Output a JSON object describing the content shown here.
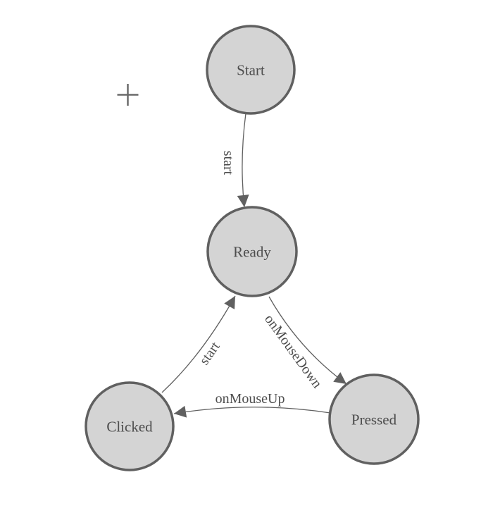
{
  "diagram": {
    "nodes": [
      {
        "id": "start",
        "label": "Start"
      },
      {
        "id": "ready",
        "label": "Ready"
      },
      {
        "id": "clicked",
        "label": "Clicked"
      },
      {
        "id": "pressed",
        "label": "Pressed"
      }
    ],
    "edges": [
      {
        "id": "start-to-ready",
        "from": "Start",
        "to": "Ready",
        "label": "start"
      },
      {
        "id": "ready-to-pressed",
        "from": "Ready",
        "to": "Pressed",
        "label": "onMouseDown"
      },
      {
        "id": "pressed-to-clicked",
        "from": "Pressed",
        "to": "Clicked",
        "label": "onMouseUp"
      },
      {
        "id": "clicked-to-ready",
        "from": "Clicked",
        "to": "Ready",
        "label": "start"
      }
    ],
    "icons": {
      "cursor": "crosshair-icon"
    },
    "colors": {
      "node_fill": "#d4d4d4",
      "node_stroke": "#606060",
      "edge_stroke": "#606060",
      "arrow_fill": "#606060",
      "label_text": "#4d4d4d",
      "background": "#ffffff"
    }
  }
}
